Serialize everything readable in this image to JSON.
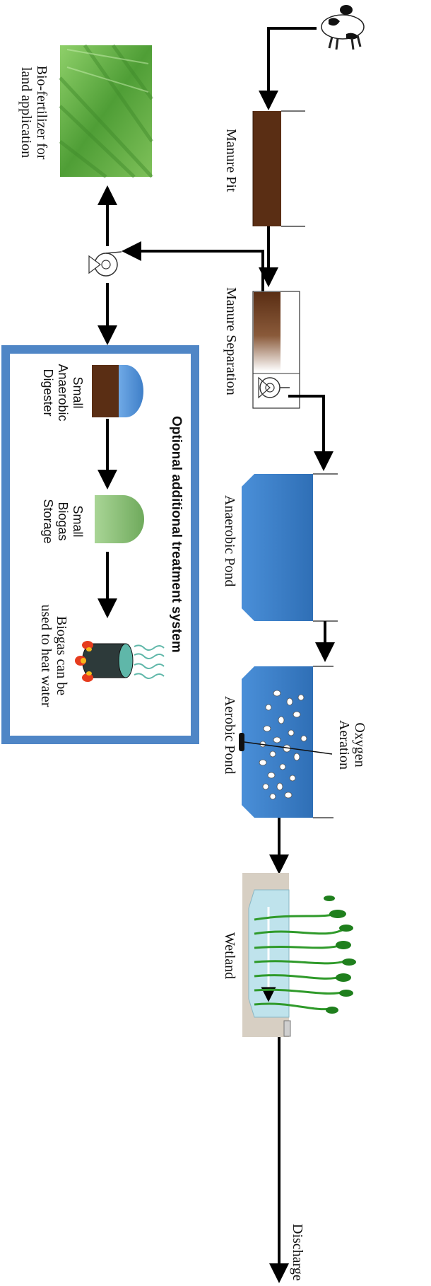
{
  "labels": {
    "manure_pit": "Manure Pit",
    "manure_separation": "Manure Separation",
    "anaerobic_pond": "Anaerobic Pond",
    "aerobic_pond": "Aerobic Pond",
    "oxygen_aeration": "Oxygen Aeration",
    "wetland": "Wetland",
    "discharge": "Discharge",
    "bio_fertilizer": "Bio-fertilizer for land application",
    "optional_box_title": "Optional additional treatment system",
    "small_anaerobic_digester": "Small Anaerobic Digester",
    "small_biogas_storage": "Small Biogas Storage",
    "biogas_use": "Biogas can be used to heat water"
  },
  "colors": {
    "manure_brown": "#5a2e14",
    "pond_blue": "#4a8fd8",
    "box_border": "#4f86c6",
    "biogas_green": "#8cc47a",
    "wetland_soil": "#d7cfc3",
    "wetland_water": "#bfe3ec",
    "reed_green": "#2f9a2a",
    "field_green": "#5fae3e"
  },
  "icons": [
    "cow-icon",
    "pump-icon",
    "aerator-icon",
    "wetland-reeds-icon",
    "field-image-icon",
    "burner-pot-icon"
  ]
}
